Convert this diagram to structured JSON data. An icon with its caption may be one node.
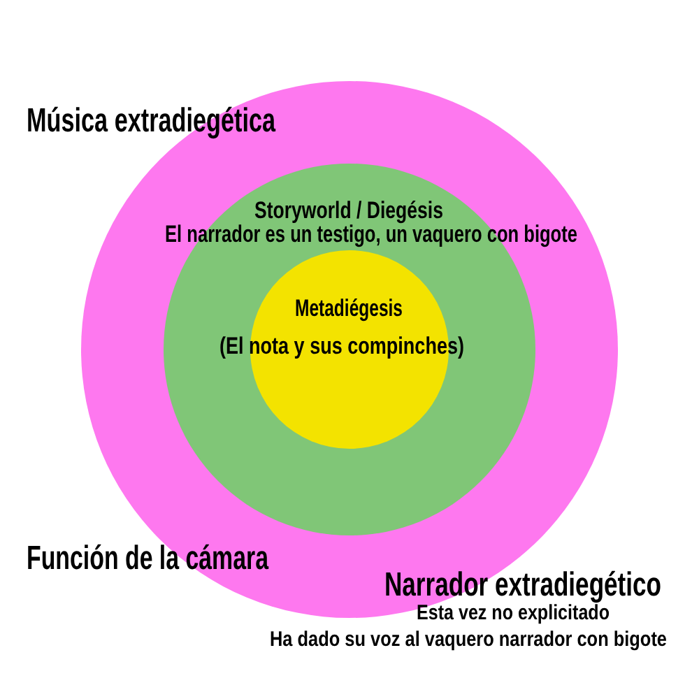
{
  "diagram": {
    "nodes": [
      {
        "text": [],
        "shape": "circle",
        "beside": [
          "Música extradiegética",
          "Función de la cámara",
          "Narrador extradiegético",
          "Esta vez no explicitado",
          "Ha dado su voz al vaquero narrador con bigote"
        ]
      },
      {
        "text": [
          "Storyworld / Diegésis",
          "El narrador es un testigo, un vaquero con bigote"
        ],
        "in": 0
      },
      {
        "text": [
          "Metadiégesis",
          "(El nota y sus compinches)"
        ],
        "in": 1
      }
    ]
  }
}
